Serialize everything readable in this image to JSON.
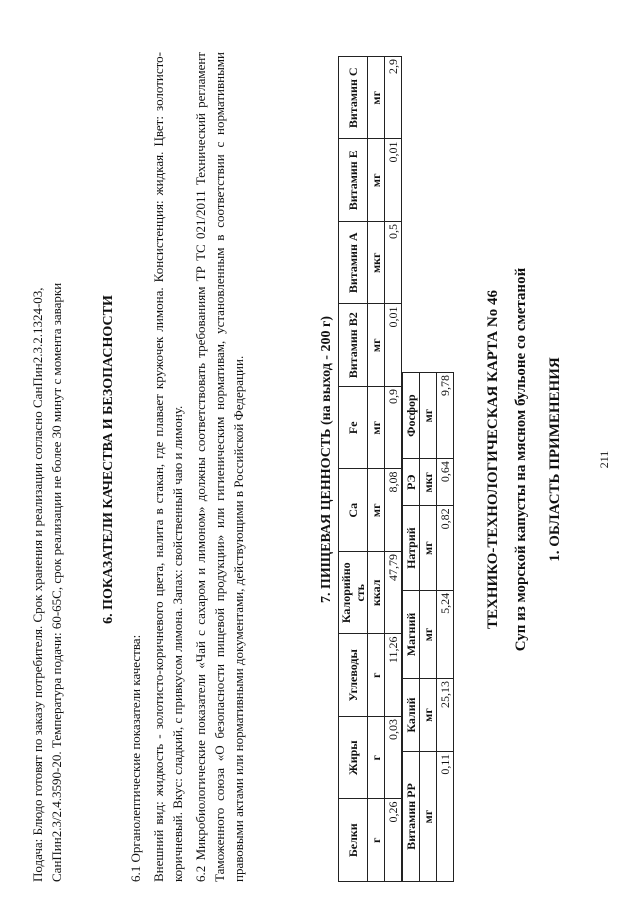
{
  "serving": {
    "lines": [
      "Подача: Блюдо готовят по заказу потребителя. Срок хранения и реализации согласно СанПин2.3.2.1324-03,",
      "СанПин2.3/2.4.3590-20. Температура подачи: 60-65С, срок реализации не более 30 минут с момента заварки"
    ]
  },
  "quality": {
    "heading": "6. ПОКАЗАТЕЛИ КАЧЕСТВА И БЕЗОПАСНОСТИ",
    "p1": "6.1 Органолептические показатели качества:",
    "p2": "Внешний вид: жидкость - золотисто-коричневого цвета, налита в стакан, где плавает кружочек лимона. Консистенция: жидкая. Цвет: золотисто-коричневый. Вкус: сладкий, с привкусом лимона. Запах: свойственный чаю и лимону.",
    "p3": "6.2 Микробиологические показатели «Чай с сахаром и лимоном» должны соответствовать требованиям ТР ТС 021/2011 Технический регламент Таможенного союза «О безопасности пищевой продукции» или гигиеническим нормативам, установленным в соответствии с нормативными правовыми актами или нормативными документами, действующими в Российской Федерации."
  },
  "nutrition": {
    "heading": "7. ПИЩЕВАЯ ЦЕННОСТЬ (на выход - 200 г)",
    "top_headers": [
      "Белки",
      "Жиры",
      "Углеводы",
      "Калорийно сть",
      "Ca",
      "Fe",
      "Витамин В2",
      "Витамин А",
      "Витамин Е",
      "Витамин С"
    ],
    "top_units": [
      "г",
      "г",
      "г",
      "ккал",
      "мг",
      "мг",
      "мг",
      "мкг",
      "мг",
      "мг"
    ],
    "top_values": [
      "0,26",
      "0,03",
      "11,26",
      "47,79",
      "8,08",
      "0,9",
      "0,01",
      "0,5",
      "0,01",
      "2,9"
    ],
    "bottom_headers": [
      "Витамин РР",
      "Калий",
      "Магний",
      "Натрий",
      "РЭ",
      "Фосфор"
    ],
    "bottom_units": [
      "мг",
      "мг",
      "мг",
      "мг",
      "мкг",
      "мг"
    ],
    "bottom_values": [
      "0,11",
      "25,13",
      "5,24",
      "0,82",
      "0,64",
      "9,78"
    ]
  },
  "ttk": {
    "heading": "ТЕХНИКО-ТЕХНОЛОГИЧЕСКАЯ КАРТА No 46",
    "dish": "Суп из морской капусты на мясном бульоне со сметаной",
    "scope_heading": "1. ОБЛАСТЬ ПРИМЕНЕНИЯ"
  },
  "page_number": "211"
}
